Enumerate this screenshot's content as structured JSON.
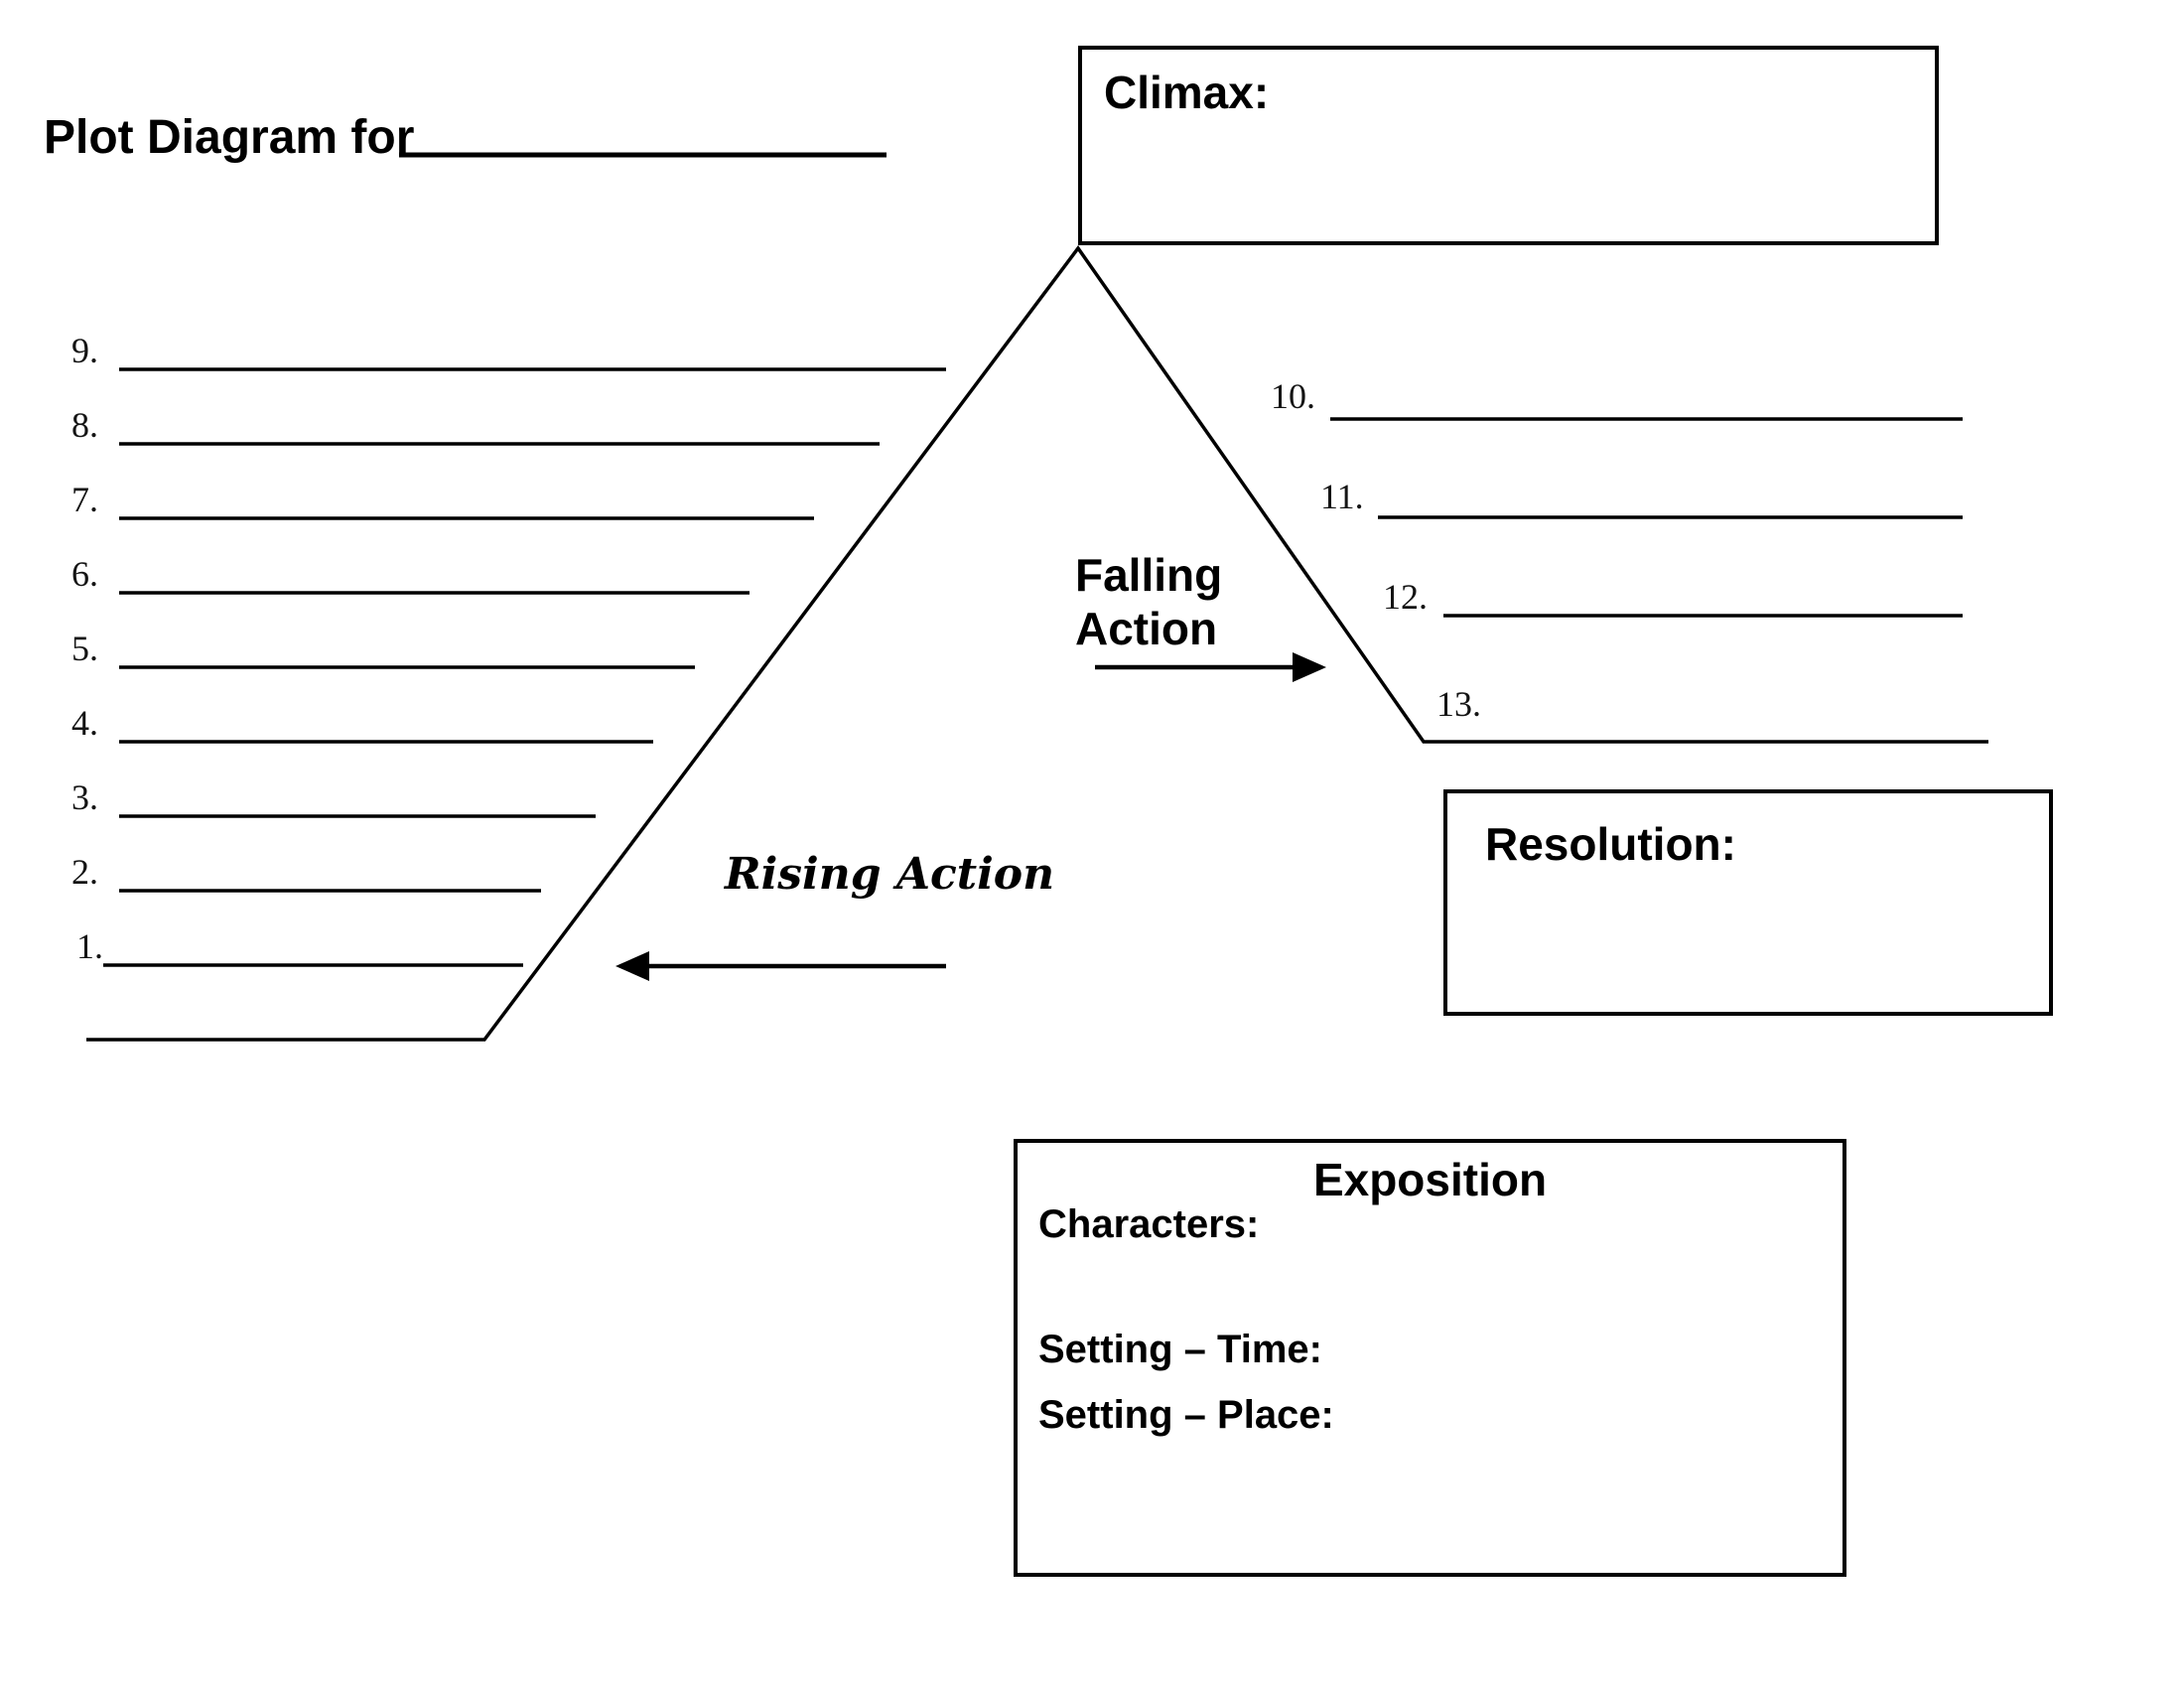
{
  "page": {
    "title": "Plot Diagram for"
  },
  "climax": {
    "label": "Climax:"
  },
  "resolution": {
    "label": "Resolution:"
  },
  "exposition": {
    "title": "Exposition",
    "characters_label": "Characters:",
    "setting_time_label": "Setting – Time:",
    "setting_place_label": "Setting – Place:"
  },
  "sections": {
    "rising_label": "Rising Action",
    "falling_label": "Falling Action"
  },
  "rising_numbers": [
    "1.",
    "2.",
    "3.",
    "4.",
    "5.",
    "6.",
    "7.",
    "8.",
    "9."
  ],
  "falling_numbers": [
    "10.",
    "11.",
    "12.",
    "13."
  ],
  "colors": {
    "ink": "#000000",
    "paper": "#ffffff"
  }
}
